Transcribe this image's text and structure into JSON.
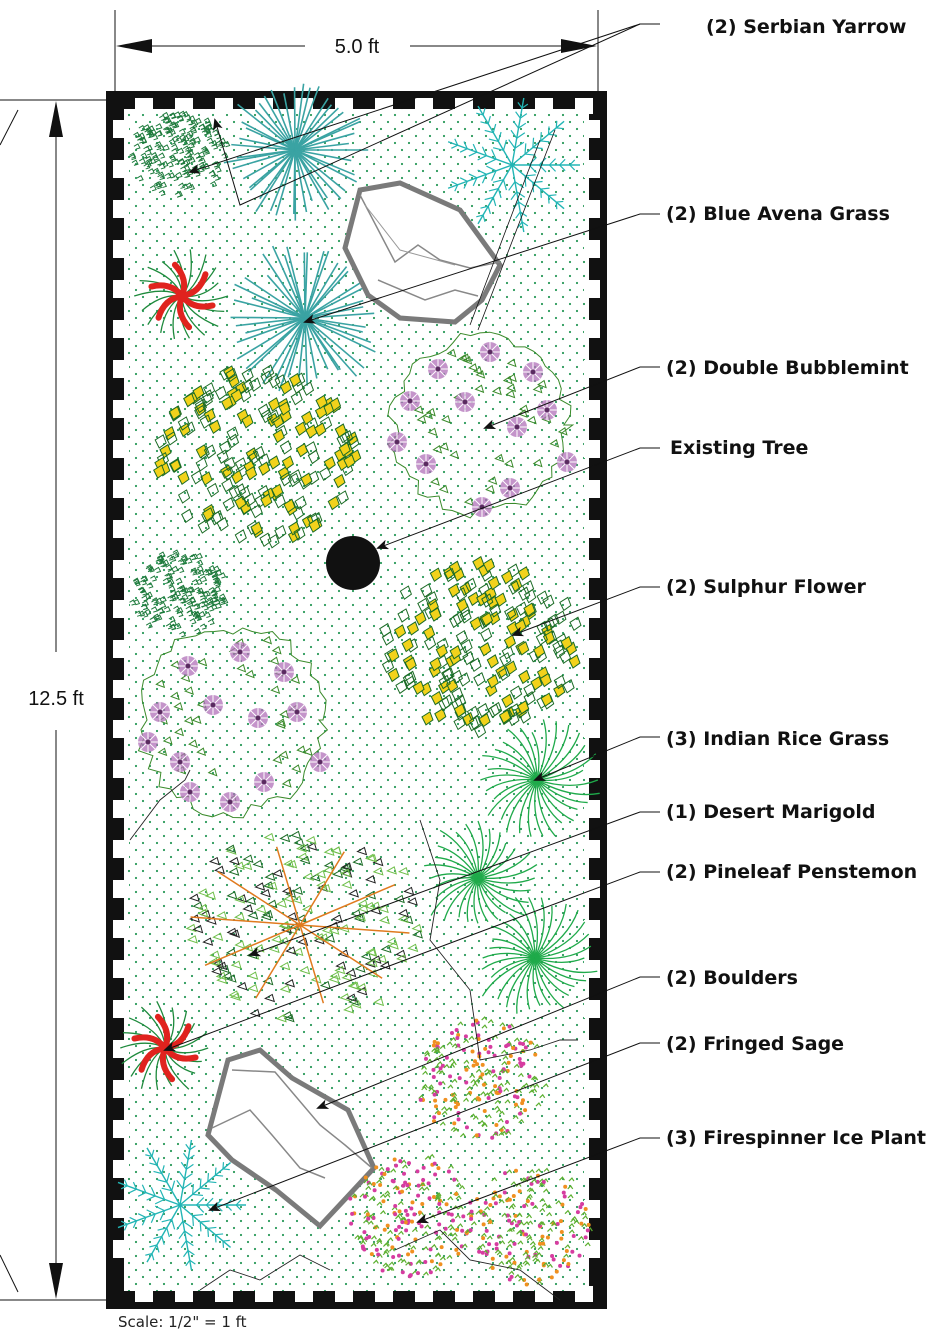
{
  "dimensions": {
    "width": "5.0 ft",
    "height": "12.5 ft"
  },
  "scale": "Scale: 1/2\" = 1 ft",
  "legend": [
    {
      "label": "(2) Serbian Yarrow"
    },
    {
      "label": "(2) Blue Avena Grass"
    },
    {
      "label": "(2) Double Bubblemint"
    },
    {
      "label": "Existing Tree"
    },
    {
      "label": "(2) Sulphur Flower"
    },
    {
      "label": "(3) Indian Rice Grass"
    },
    {
      "label": "(1) Desert Marigold"
    },
    {
      "label": "(2) Pineleaf Penstemon"
    },
    {
      "label": "(2) Boulders"
    },
    {
      "label": "(2) Fringed Sage"
    },
    {
      "label": "(3) Firespinner Ice Plant"
    }
  ],
  "colors": {
    "border": "#111111",
    "dots": "#2a9a5a",
    "yarrow": "#1e7a3c",
    "avena": "#3aa3a3",
    "sage": "#22b5b5",
    "bubblemint_leaf": "#3a8a2a",
    "bubblemint_flower": "#b070b8",
    "sulphur_leaf": "#1b6b25",
    "sulphur_flower": "#f2d21b",
    "rice_grass": "#1faa4a",
    "penstemon": "#e0231e",
    "marigold_orange": "#e07a1e",
    "marigold_green": "#6fbf4a",
    "ice_plant": "#5cb030",
    "ice_plant_magenta": "#d63ca0",
    "boulder": "#7a7a7a",
    "tree": "#111111"
  }
}
